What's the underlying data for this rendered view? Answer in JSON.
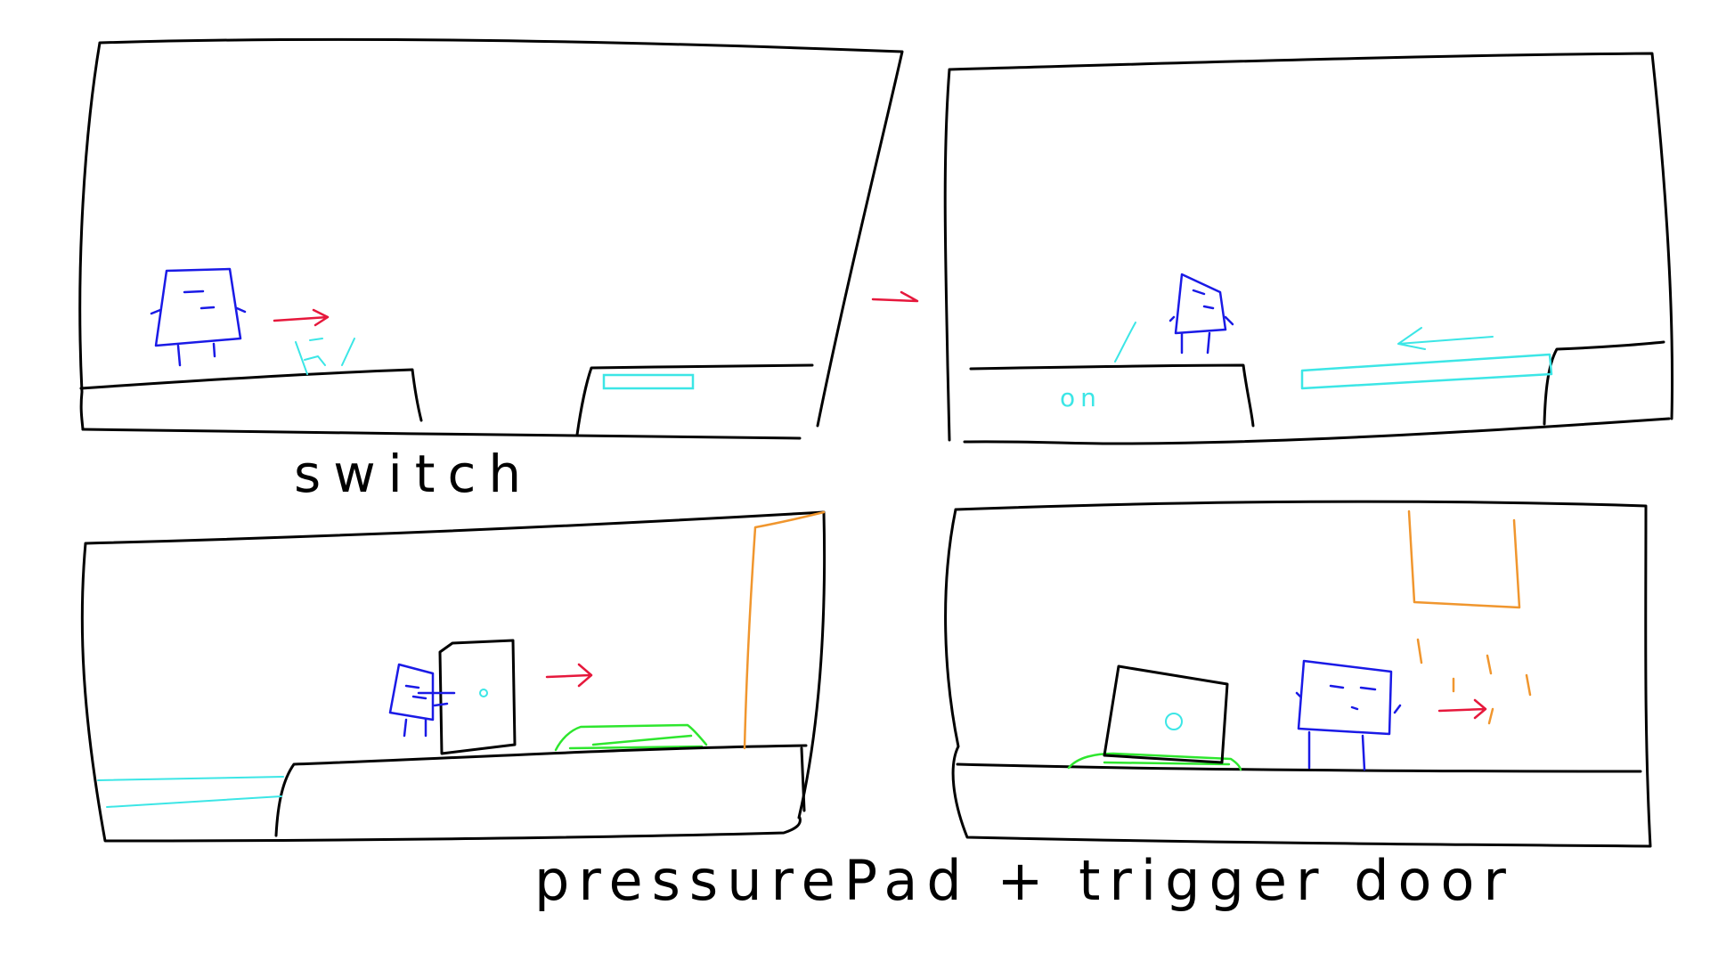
{
  "captions": {
    "switch": "switch",
    "pressure_pad_trigger_door": "pressurePad + trigger door"
  },
  "labels": {
    "switch_state": "on"
  },
  "colors": {
    "outline": "#000000",
    "player": "#1a1ae6",
    "arrow": "#e6183c",
    "switch_platform": "#3ce6e6",
    "pressure_pad": "#2ee62e",
    "trigger_door": "#f0962e",
    "background": "#ffffff"
  },
  "panels": [
    {
      "id": "panel-1",
      "concept": "switch-off"
    },
    {
      "id": "panel-2",
      "concept": "switch-on"
    },
    {
      "id": "panel-3",
      "concept": "pressure-pad-before"
    },
    {
      "id": "panel-4",
      "concept": "pressure-pad-door-open"
    }
  ]
}
